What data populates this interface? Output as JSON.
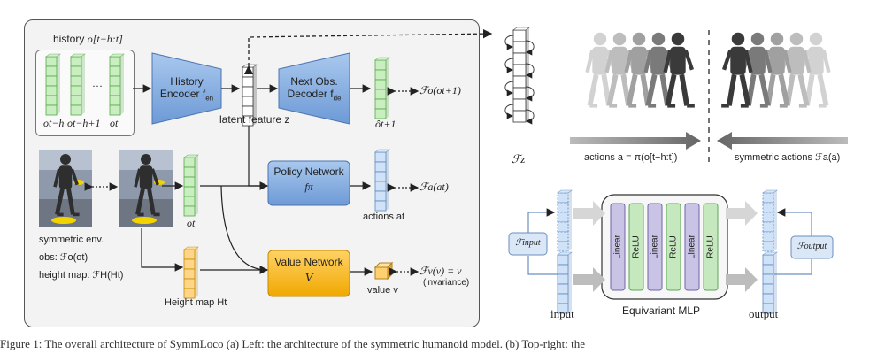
{
  "left_panel": {
    "history_label": "history",
    "history_symbol": "o[t−h:t]",
    "ellipsis": "…",
    "history_col_labels": [
      "ot−h",
      "ot−h+1",
      "ot"
    ],
    "history_encoder": {
      "line1": "History",
      "line2": "Encoder f",
      "sub": "en"
    },
    "latent_feature": "latent feature z",
    "next_obs_decoder": {
      "line1": "Next Obs.",
      "line2": "Decoder f",
      "sub": "de"
    },
    "decoder_output_symbol": "ôt+1",
    "fo_next": "ℱo(ot+1)",
    "policy_network": {
      "line1": "Policy Network",
      "line2": "fπ"
    },
    "actions_label": "actions at",
    "fa_actions": "ℱa(at)",
    "value_network": {
      "line1": "Value Network",
      "line2": "V"
    },
    "value_label": "value v",
    "fv_value": "ℱv(v) = v",
    "invariance": "(invariance)",
    "ot_label": "ot",
    "symmetric_env": "symmetric  env.",
    "obs_label": "obs: ℱo(ot)",
    "height_map_sym": "height map: ℱH(Ht)",
    "height_map_label": "Height map Ht"
  },
  "fz_label": "ℱz",
  "top_right": {
    "actions_caption": "actions a = π(o[t−h:t])",
    "symmetric_caption": "symmetric actions ℱa(a)"
  },
  "bottom_right": {
    "f_input": "ℱinput",
    "f_output": "ℱoutput",
    "input_label": "input",
    "output_label": "output",
    "mlp_title": "Equivariant MLP",
    "layers": [
      "Linear",
      "ReLU",
      "Linear",
      "ReLU",
      "Linear",
      "ReLU"
    ]
  },
  "caption": "Figure 1: The overall architecture of SymmLoco (a) Left: the architecture of the symmetric humanoid model. (b) Top-right: the"
}
